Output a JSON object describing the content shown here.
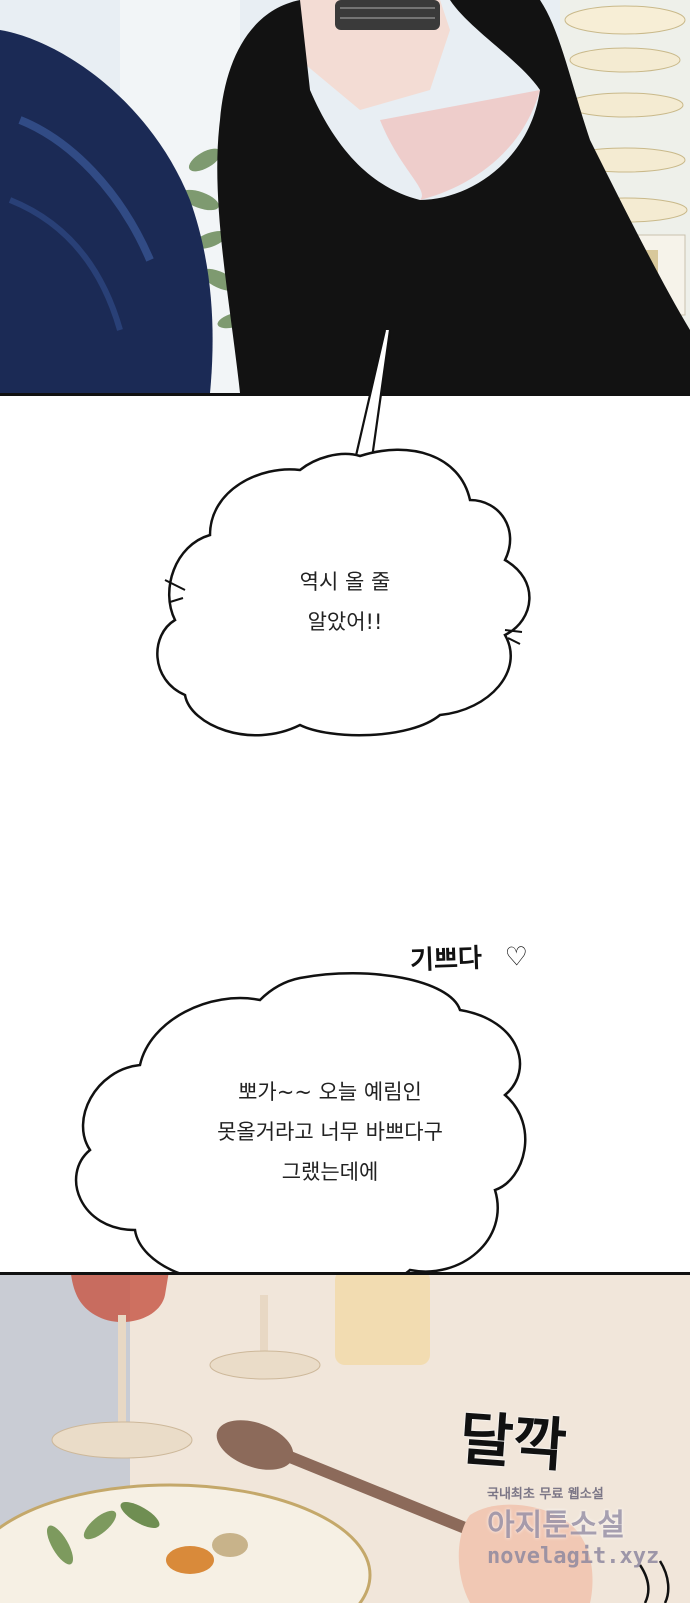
{
  "speech_bubble_1": {
    "lines": [
      "역시 올 줄",
      "알았어!!"
    ]
  },
  "handwritten_note": {
    "text": "기쁘다",
    "icon": "heart-outline-icon"
  },
  "speech_bubble_2": {
    "lines": [
      "뽀가~~ 오늘 예림인",
      "못올거라고 너무 바쁘다구",
      "그랬는데에"
    ]
  },
  "sound_effect": {
    "text": "달깍"
  },
  "watermark": {
    "tagline": "국내최초 무료 웹소설",
    "brand": "아지툰소설",
    "url": "novelagit.xyz"
  }
}
